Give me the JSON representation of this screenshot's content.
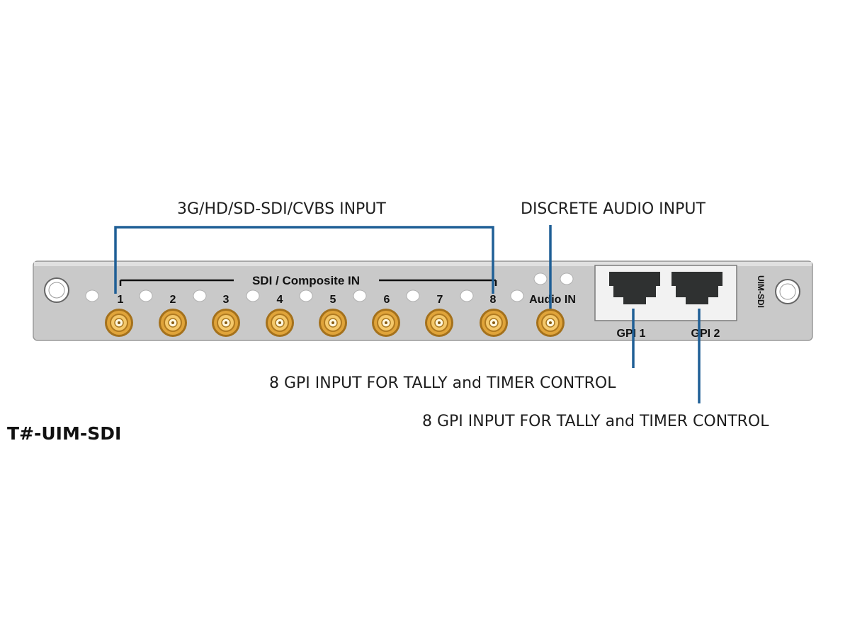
{
  "callouts": {
    "sdi_input": "3G/HD/SD-SDI/CVBS INPUT",
    "audio_input": "DISCRETE AUDIO INPUT",
    "gpi1_input": "8 GPI INPUT FOR TALLY and TIMER CONTROL",
    "gpi2_input": "8 GPI INPUT FOR TALLY and TIMER CONTROL"
  },
  "model_name": "T#-UIM-SDI",
  "panel": {
    "sdi_header": "SDI / Composite IN",
    "channels": [
      "1",
      "2",
      "3",
      "4",
      "5",
      "6",
      "7",
      "8"
    ],
    "audio_label": "Audio IN",
    "gpi_labels": [
      "GPI 1",
      "GPI 2"
    ],
    "side_label": "UIM-SDI"
  },
  "colors": {
    "leader_line": "#1f5f96",
    "panel_face": "#c9c9c9",
    "bnc_gold": "#e0a43a",
    "rj45_body": "#2f3131"
  }
}
